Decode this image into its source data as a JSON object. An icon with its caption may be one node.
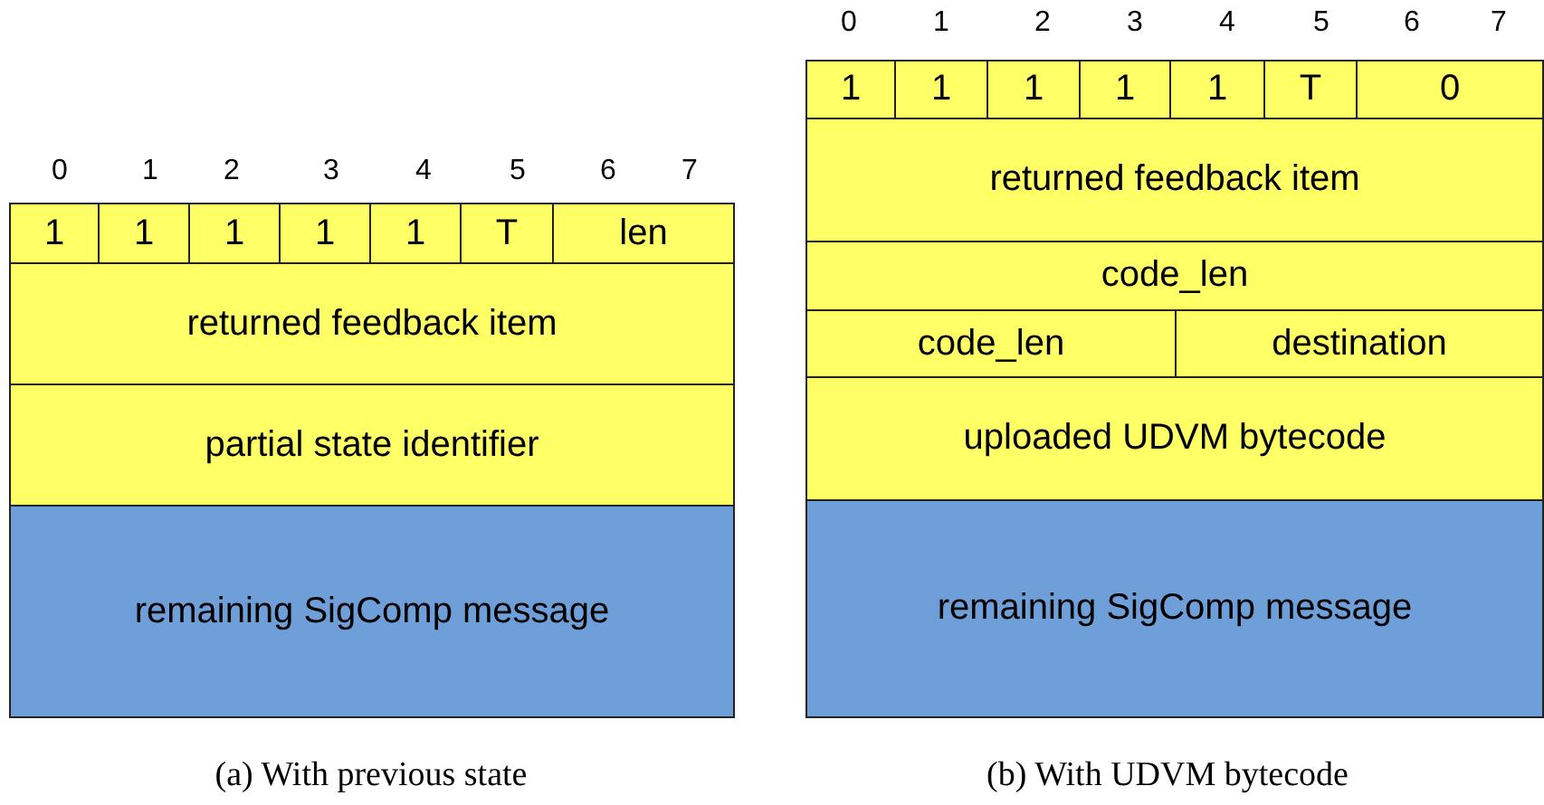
{
  "diagram": {
    "nodes": [
      {
        "text": [
          "1"
        ]
      },
      {
        "text": [
          "1"
        ]
      },
      {
        "text": [
          "1"
        ]
      },
      {
        "text": [
          "1"
        ]
      },
      {
        "text": [
          "1"
        ]
      },
      {
        "text": [
          "T"
        ]
      },
      {
        "text": [
          "len"
        ]
      },
      {
        "text": [
          "returned feedback item"
        ]
      },
      {
        "text": [
          "partial state identifier"
        ]
      },
      {
        "text": [
          "remaining SigComp message"
        ]
      },
      {
        "text": [
          "1"
        ]
      },
      {
        "text": [
          "1"
        ]
      },
      {
        "text": [
          "1"
        ]
      },
      {
        "text": [
          "1"
        ]
      },
      {
        "text": [
          "1"
        ]
      },
      {
        "text": [
          "T"
        ]
      },
      {
        "text": [
          "0"
        ]
      },
      {
        "text": [
          "returned feedback item"
        ]
      },
      {
        "text": [
          "code_len"
        ]
      },
      {
        "text": [
          "code_len"
        ]
      },
      {
        "text": [
          "destination"
        ]
      },
      {
        "text": [
          "uploaded UDVM bytecode"
        ]
      },
      {
        "text": [
          "remaining SigComp message"
        ]
      }
    ],
    "labels": [
      "0",
      "1",
      "2",
      "3",
      "4",
      "5",
      "6",
      "7",
      "0",
      "1",
      "2",
      "3",
      "4",
      "5",
      "6",
      "7",
      "(a)  With previous state",
      "(b)  With UDVM bytecode"
    ]
  }
}
